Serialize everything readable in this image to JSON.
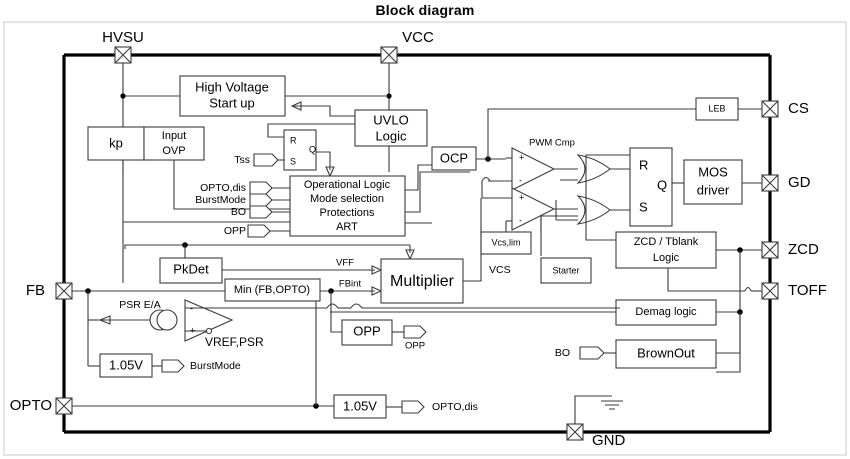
{
  "title": "Block diagram",
  "pins": {
    "left": [
      {
        "name": "HVSU",
        "label": "HVSU"
      },
      {
        "name": "VCC",
        "label": "VCC"
      },
      {
        "name": "FB",
        "label": "FB"
      },
      {
        "name": "OPTO",
        "label": "OPTO"
      }
    ],
    "right": [
      {
        "name": "CS",
        "label": "CS"
      },
      {
        "name": "GD",
        "label": "GD"
      },
      {
        "name": "ZCD",
        "label": "ZCD"
      },
      {
        "name": "TOFF",
        "label": "TOFF"
      }
    ],
    "bottom": [
      {
        "name": "GND",
        "label": "GND"
      }
    ]
  },
  "blocks": {
    "hv_startup": {
      "line1": "High Voltage",
      "line2": "Start up"
    },
    "uvlo": {
      "line1": "UVLO",
      "line2": "Logic"
    },
    "kp": {
      "label": "kp"
    },
    "input_ovp": {
      "line1": "Input",
      "line2": "OVP"
    },
    "op_logic": {
      "line1": "Operational Logic",
      "line2": "Mode selection",
      "line3": "Protections",
      "line4": "ART"
    },
    "ocp": {
      "label": "OCP"
    },
    "leb": {
      "label": "LEB"
    },
    "mos_driver": {
      "line1": "MOS",
      "line2": "driver"
    },
    "zcd_tblank": {
      "line1": "ZCD / Tblank",
      "line2": "Logic"
    },
    "starter": {
      "label": "Starter"
    },
    "vcs_lim": {
      "label": "Vcs,lim"
    },
    "demag": {
      "label": "Demag logic"
    },
    "brownout": {
      "label": "BrownOut"
    },
    "pkdet": {
      "label": "PkDet"
    },
    "min_fb_opto": {
      "label": "Min (FB,OPTO)"
    },
    "multiplier": {
      "label": "Multiplier"
    },
    "opp_block": {
      "label": "OPP"
    },
    "ref_105_burst": {
      "label": "1.05V"
    },
    "ref_105_opto": {
      "label": "1.05V"
    },
    "sr_latch_top": {
      "r": "R",
      "q": "Q",
      "s": "S"
    },
    "sr_latch_pwm": {
      "r": "R",
      "q": "Q",
      "s": "S"
    }
  },
  "signals": {
    "tss": "Tss",
    "opto_dis_in": "OPTO,dis",
    "burstmode_in": "BurstMode",
    "bo_in": "BO",
    "opp_in": "OPP",
    "bo_brownout": "BO",
    "opp_out": "OPP",
    "opto_dis_out": "OPTO,dis",
    "burstmode_out": "BurstMode",
    "vff": "VFF",
    "fbint": "FBint",
    "vcs": "VCS",
    "pwm_cmp": "PWM Cmp",
    "psr_ea": "PSR E/A",
    "vref_psr": "VREF,PSR"
  },
  "colors": {
    "line": "#3b3b3b",
    "bold_line": "#000000",
    "text": "#000000",
    "background": "#ffffff",
    "frame": "#c8c8c8"
  }
}
